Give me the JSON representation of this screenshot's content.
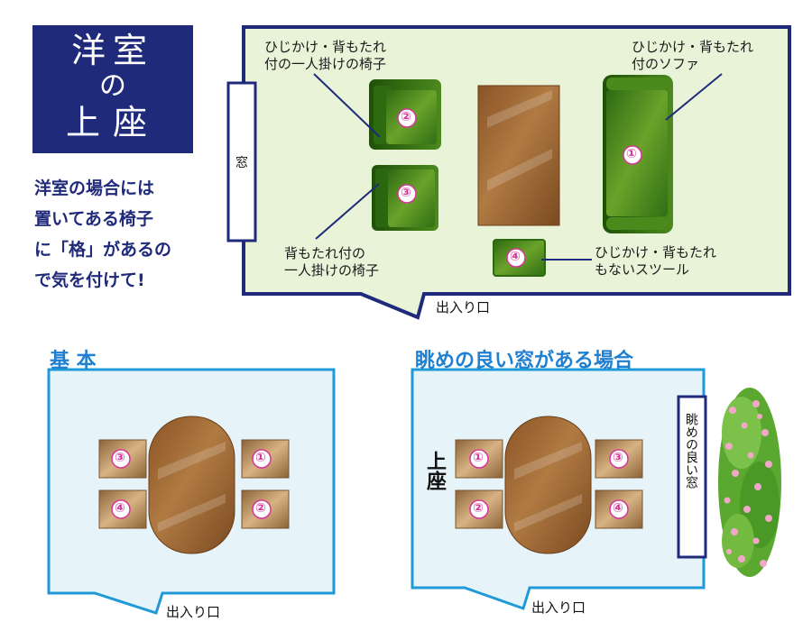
{
  "colors": {
    "navy": "#1f2a7a",
    "sky": "#1f9ad6",
    "green_room": "#e8f3d8",
    "blue_room": "#e6f4fa",
    "seat_pink": "#d6369a"
  },
  "title": {
    "line1": "洋室",
    "line2": "の",
    "line3": "上座"
  },
  "tip": {
    "line1": "洋室の場合には",
    "line2": "置いてある椅子",
    "line3": "に「格」があるの",
    "line4": "で気を付けて!"
  },
  "top_room": {
    "window": "窓",
    "entrance": "出入り口",
    "labels": {
      "armchair_arms_1": "ひじかけ・背もたれ",
      "armchair_arms_2": "付の一人掛けの椅子",
      "sofa_1": "ひじかけ・背もたれ",
      "sofa_2": "付のソファ",
      "armchair_back_1": "背もたれ付の",
      "armchair_back_2": "一人掛けの椅子",
      "stool_1": "ひじかけ・背もたれ",
      "stool_2": "もないスツール"
    },
    "seats": {
      "sofa": "①",
      "armchair_arms": "②",
      "armchair_back": "③",
      "stool": "④"
    }
  },
  "basic": {
    "title": "基 本",
    "entrance": "出入り口",
    "seats": {
      "top_left": "③",
      "bottom_left": "④",
      "top_right": "①",
      "bottom_right": "②"
    }
  },
  "view": {
    "title": "眺めの良い窓がある場合",
    "entrance": "出入り口",
    "kamiza": "上座",
    "window": "眺めの良い窓",
    "seats": {
      "top_left": "①",
      "bottom_left": "②",
      "top_right": "③",
      "bottom_right": "④"
    }
  }
}
